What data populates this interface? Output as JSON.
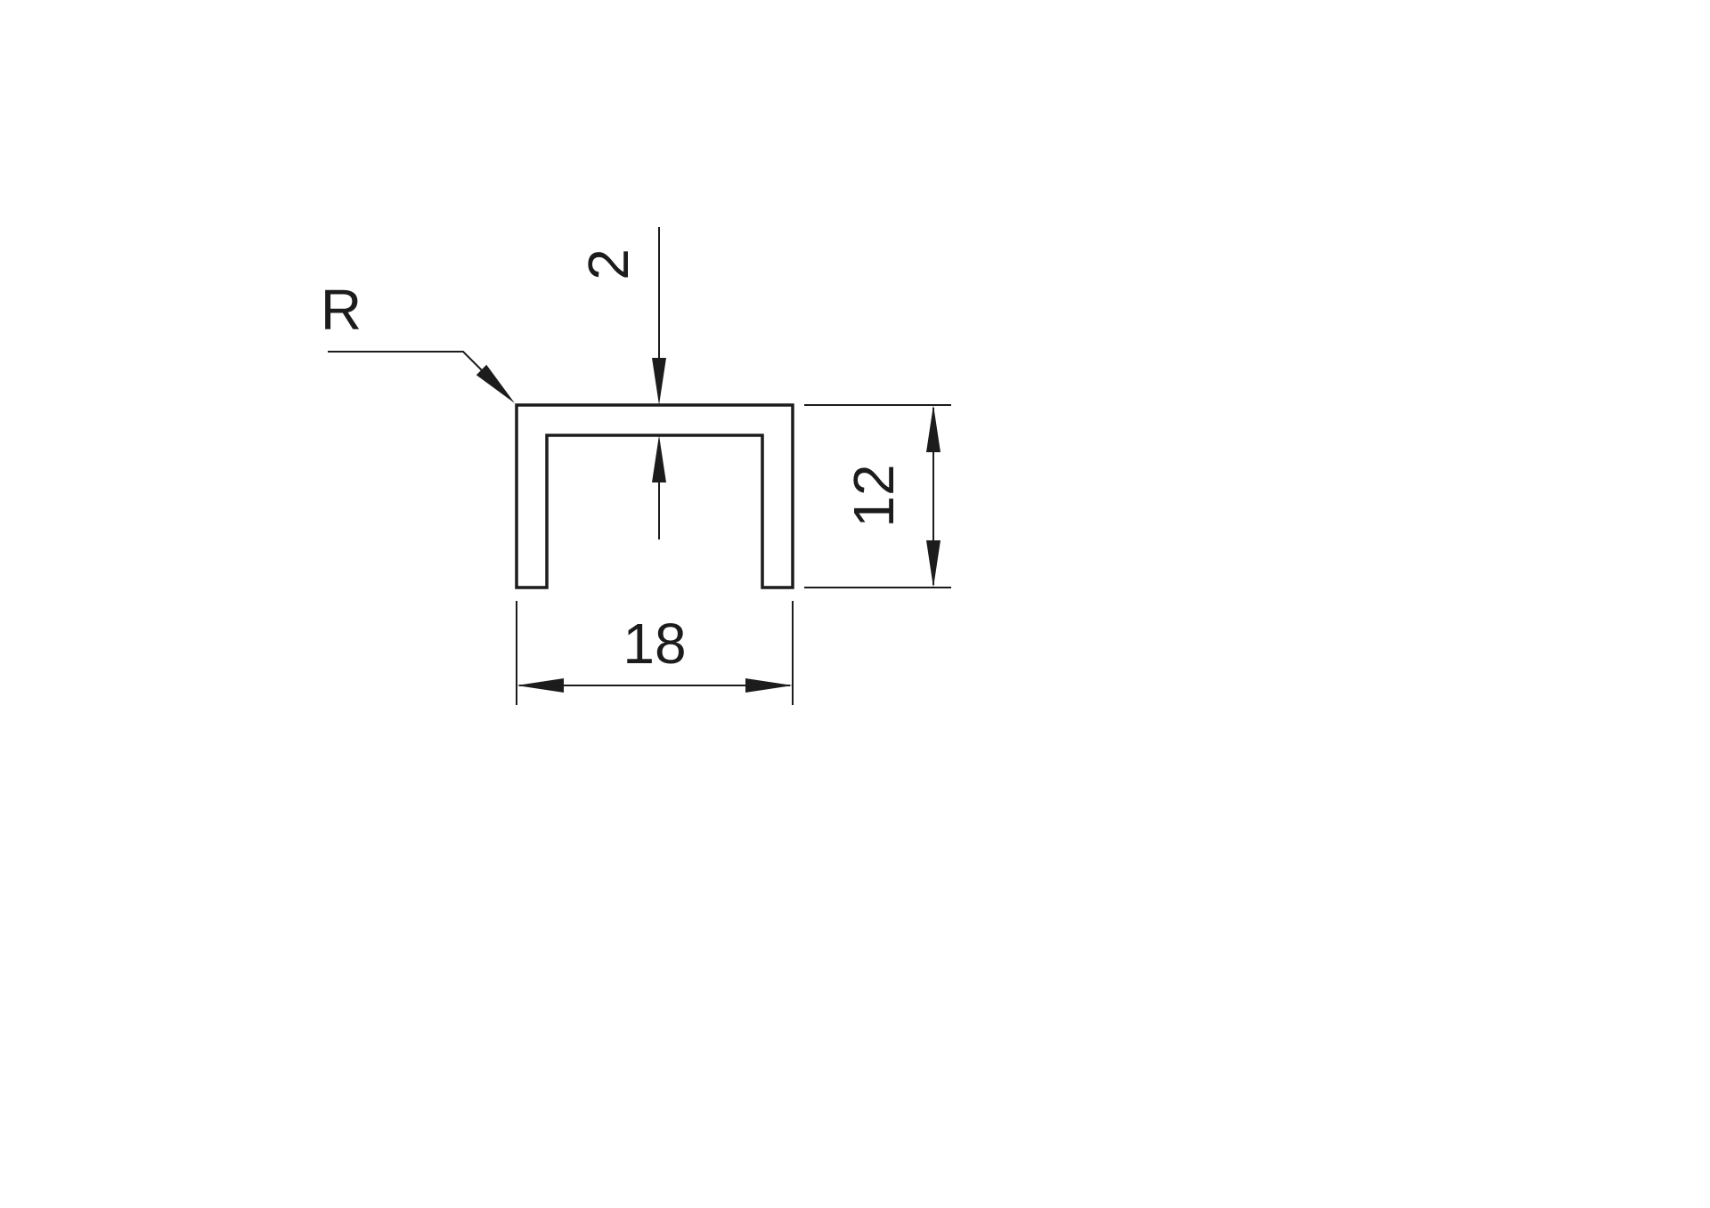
{
  "drawing": {
    "kind": "dimensioned cross-section of U-channel profile",
    "line_color": "#1c1c1c",
    "background_color": "#ffffff",
    "labels": {
      "radius": "R",
      "wall_thickness": "2",
      "height": "12",
      "width": "18"
    }
  }
}
